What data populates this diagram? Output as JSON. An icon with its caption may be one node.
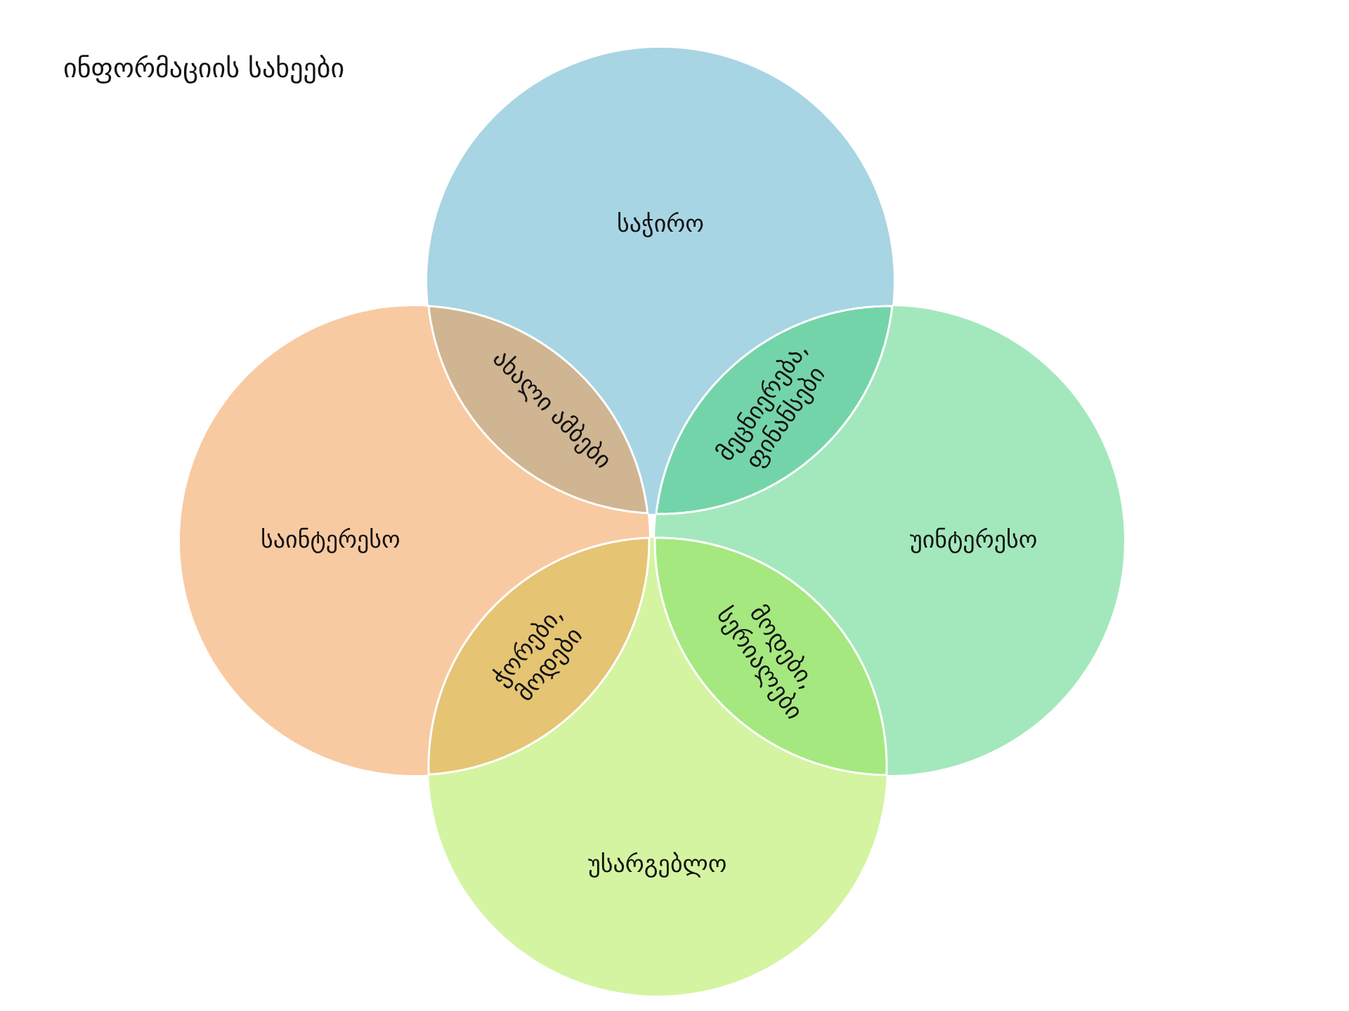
{
  "diagram": {
    "title": "ინფორმაციის სახეები",
    "nodes": [
      {
        "text": [
          "საჭირო"
        ]
      },
      {
        "text": [
          "ახალი ამბები"
        ]
      },
      {
        "text": [
          "მეცნიერება, ფინანსები"
        ]
      },
      {
        "text": [
          "საინტერესო"
        ]
      },
      {
        "text": [
          "უინტერესო"
        ]
      },
      {
        "text": [
          "ჭორები, მოდები"
        ]
      },
      {
        "text": [
          "მოდები, სერიალები"
        ]
      },
      {
        "text": [
          "უსარგებლო"
        ]
      }
    ],
    "edges": []
  }
}
